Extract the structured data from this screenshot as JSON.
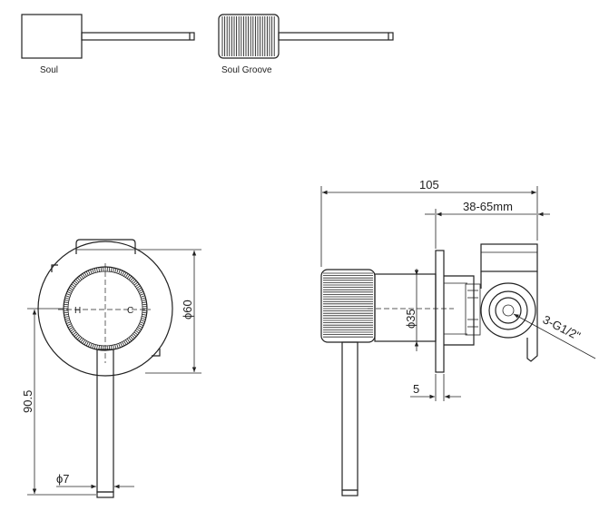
{
  "variants": [
    {
      "label": "Soul"
    },
    {
      "label": "Soul Groove"
    }
  ],
  "front_view": {
    "hot_label": "H",
    "cold_label": "C",
    "dim_diameter": "ϕ60",
    "dim_height": "90.5",
    "dim_handle": "ϕ7"
  },
  "side_view": {
    "dim_overall": "105",
    "dim_range": "38-65mm",
    "dim_body": "ϕ35",
    "dim_plate": "5",
    "dim_thread": "3-G1/2\""
  }
}
